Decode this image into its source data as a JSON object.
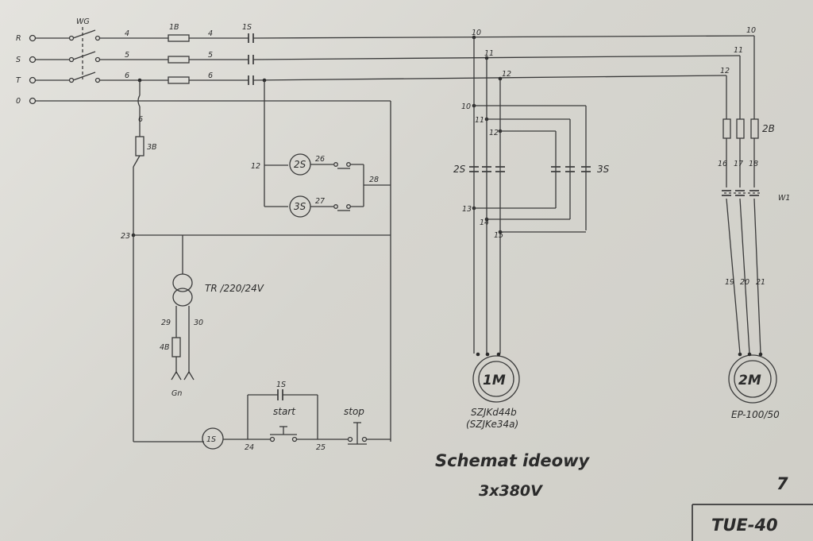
{
  "labels": {
    "R": "R",
    "S": "S",
    "T": "T",
    "zero": "0",
    "WG": "WG",
    "B1": "1B",
    "S1_top": "1S",
    "B3": "3B",
    "TR": "TR /220/24V",
    "B4": "4B",
    "Gn": "Gn",
    "S2": "2S",
    "S3": "3S",
    "S1_coil": "1S",
    "S1_aux": "1S",
    "start": "start",
    "stop": "stop",
    "B2": "2B",
    "W1": "W1"
  },
  "wires": {
    "w4": "4",
    "w5": "5",
    "w6": "6",
    "w10": "10",
    "w11": "11",
    "w12": "12",
    "w13": "13",
    "w14": "14",
    "w15": "15",
    "w16": "16",
    "w17": "17",
    "w18": "18",
    "w19": "19",
    "w20": "20",
    "w21": "21",
    "w23": "23",
    "w24": "24",
    "w25": "25",
    "w26": "26",
    "w27": "27",
    "w28": "28",
    "w29": "29",
    "w30": "30"
  },
  "motors": {
    "m1": {
      "name": "1M",
      "type": "SZJKd44b",
      "alt_type": "(SZJKe34a)"
    },
    "m2": {
      "name": "2M",
      "type": "EP-100/50"
    }
  },
  "title": {
    "main": "Schemat ideowy",
    "voltage": "3x380V"
  },
  "titleblock": {
    "page": "7",
    "code": "TUE-40"
  }
}
